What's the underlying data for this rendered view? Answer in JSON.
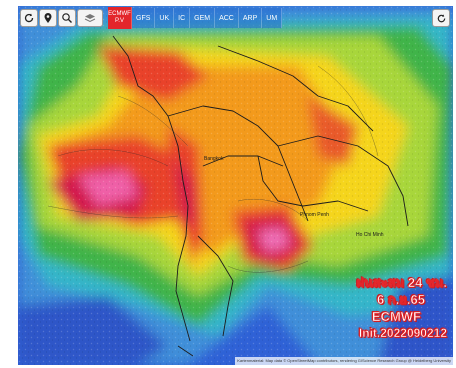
{
  "toolbar": {
    "buttons": [
      {
        "icon": "refresh-icon"
      },
      {
        "icon": "location-pin-icon"
      },
      {
        "icon": "zoom-icon"
      },
      {
        "icon": "layers-icon"
      }
    ],
    "models": [
      {
        "label": "ECMWF\nP.V",
        "active": true
      },
      {
        "label": "GFS",
        "active": false
      },
      {
        "label": "UK",
        "active": false
      },
      {
        "label": "IC",
        "active": false
      },
      {
        "label": "GEM",
        "active": false
      },
      {
        "label": "ACC",
        "active": false
      },
      {
        "label": "ARP",
        "active": false
      },
      {
        "label": "UM",
        "active": false
      }
    ],
    "refresh_icon": "reload-icon"
  },
  "caption": {
    "line1": "ฝนสะสม 24 ชม.",
    "line2": "6 ก.ย.65",
    "line3": "ECMWF",
    "line4": "Init.2022090212"
  },
  "attribution": "Kartenmaterial: Map data © OpenStreetMap contributors, rendering GIScience Research Group @ Heidelberg University",
  "colors": {
    "ocean": "#2f61d6",
    "accent_red": "#e3262b",
    "rain_heavy": "#d3184b",
    "rain_mid": "#f6d21d",
    "rain_light": "#36b24a"
  }
}
